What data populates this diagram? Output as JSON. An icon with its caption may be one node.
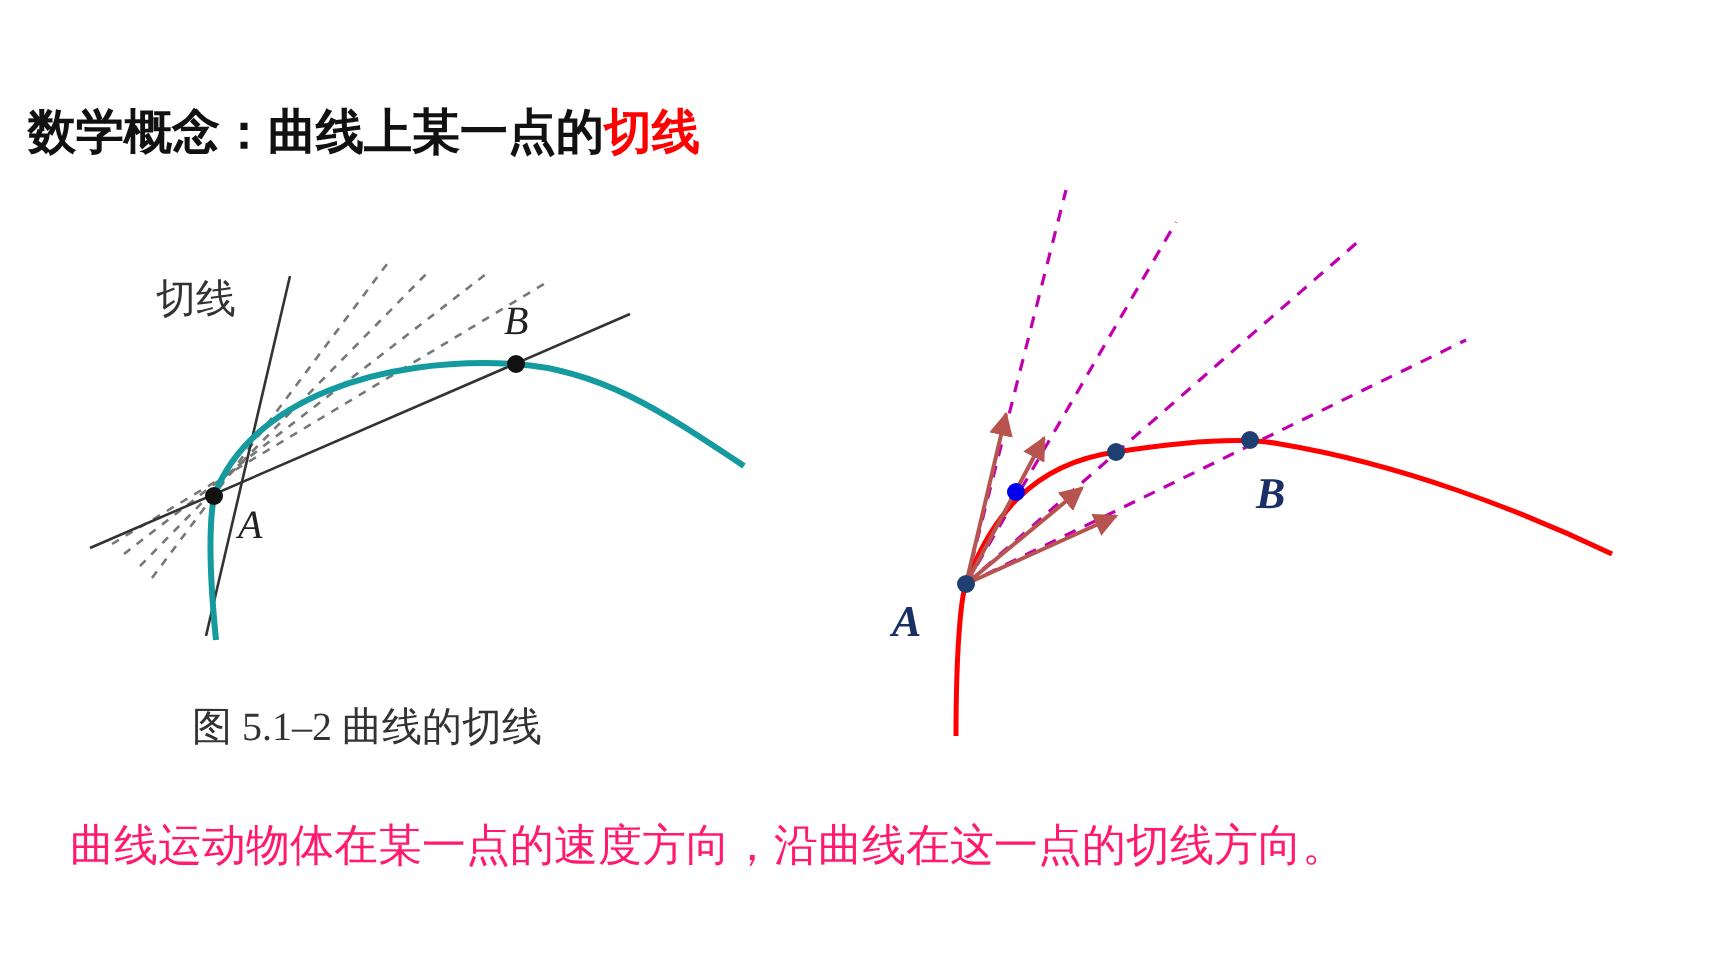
{
  "diagram": {
    "title": "数学概念：曲线上某一点的",
    "labels": [
      "切线",
      "切线",
      "B",
      "A",
      "图 5.1–2 曲线的切线",
      "B",
      "A",
      "曲线运动物体在某一点的速度方向，沿曲线在这一点的切线方向。"
    ]
  }
}
